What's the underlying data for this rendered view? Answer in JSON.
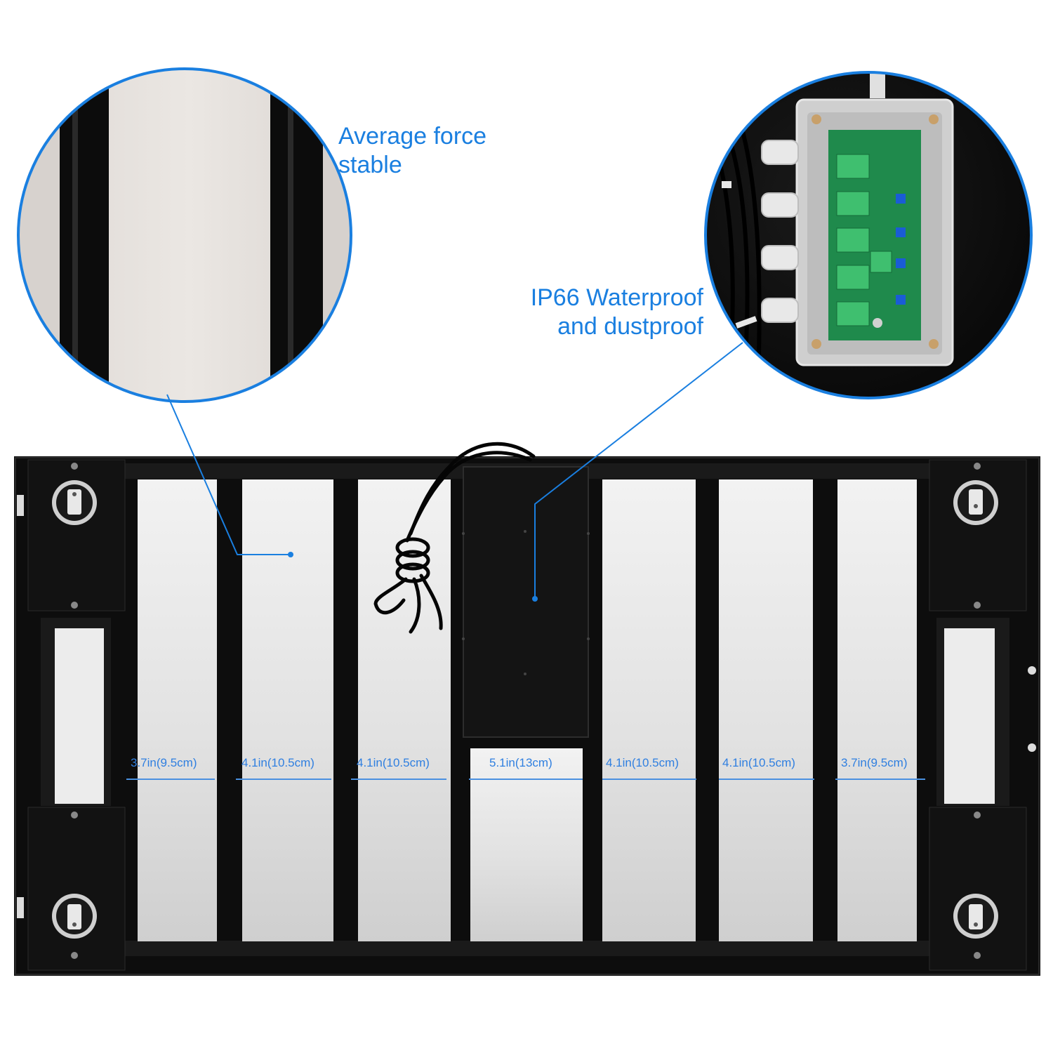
{
  "callouts": {
    "left": {
      "line1": "Average force",
      "line2": "stable"
    },
    "right": {
      "line1": "IP66 Waterproof",
      "line2": "and dustproof"
    }
  },
  "dimensions": [
    {
      "label": "3.7in(9.5cm)"
    },
    {
      "label": "4.1in(10.5cm)"
    },
    {
      "label": "4.1in(10.5cm)"
    },
    {
      "label": "5.1in(13cm)"
    },
    {
      "label": "4.1in(10.5cm)"
    },
    {
      "label": "4.1in(10.5cm)"
    },
    {
      "label": "3.7in(9.5cm)"
    }
  ],
  "colors": {
    "accent": "#1a7fe0",
    "frame": "#141414",
    "panel": "#e6e6e6",
    "circuit": "#1f8a4c"
  }
}
